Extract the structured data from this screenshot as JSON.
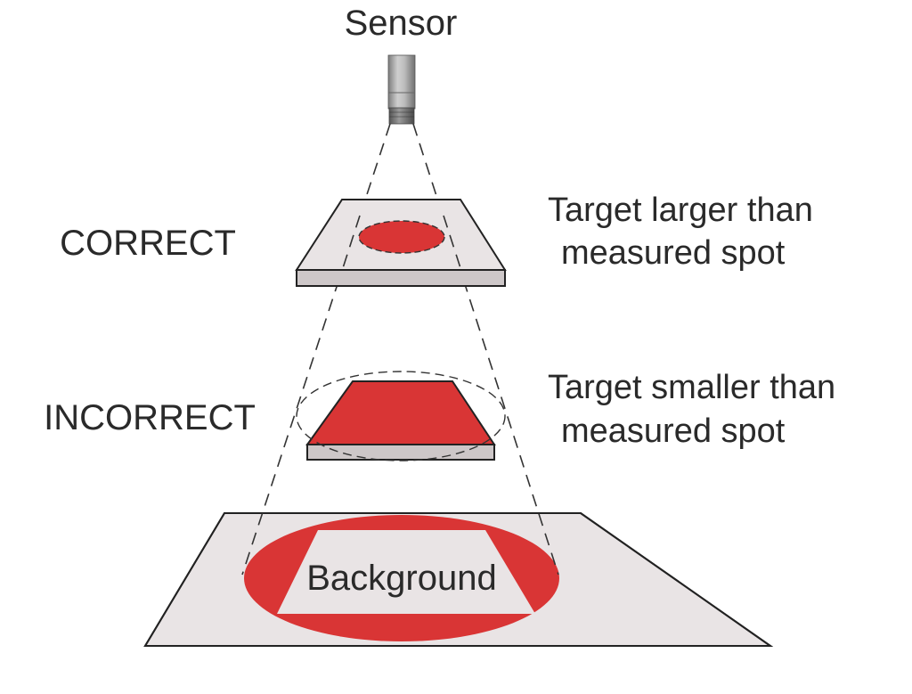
{
  "sensor_label": "Sensor",
  "correct": {
    "label": "CORRECT",
    "description_line1": "Target larger than",
    "description_line2": "measured spot"
  },
  "incorrect": {
    "label": "INCORRECT",
    "description_line1": "Target smaller than",
    "description_line2": "measured spot"
  },
  "background_label": "Background",
  "colors": {
    "target_red": "#d93535",
    "plate_gray": "#e9e4e5",
    "plate_edge": "#c9c4c5",
    "outline": "#222222",
    "sensor_body": "#9a9a9a"
  }
}
